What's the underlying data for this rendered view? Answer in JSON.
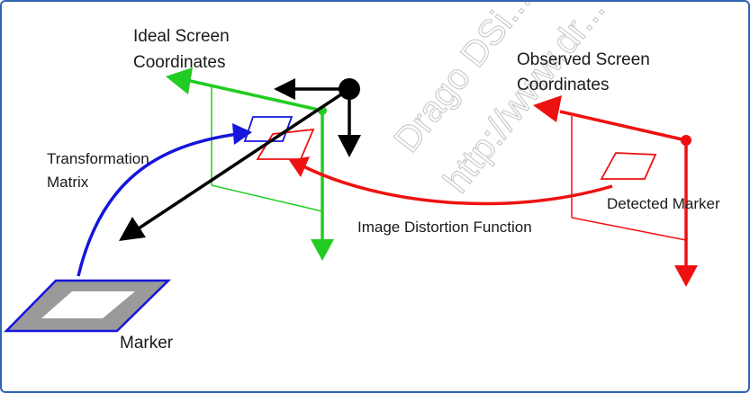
{
  "labels": {
    "ideal_line1": "Ideal Screen",
    "ideal_line2": "Coordinates",
    "observed_line1": "Observed Screen",
    "observed_line2": "Coordinates",
    "transform_line1": "Transformation",
    "transform_line2": "Matrix",
    "detected_marker": "Detected Marker",
    "distortion": "Image Distortion Function",
    "marker": "Marker"
  },
  "watermark": {
    "line1": "Drago DSi...",
    "line2": "http://www.dr..."
  },
  "colors": {
    "ideal": "#22cc22",
    "observed": "#ee1111",
    "transform": "#1515dd",
    "camera": "#000000",
    "frame": "#2f63b5",
    "marker_fill": "#9a9a9a"
  }
}
